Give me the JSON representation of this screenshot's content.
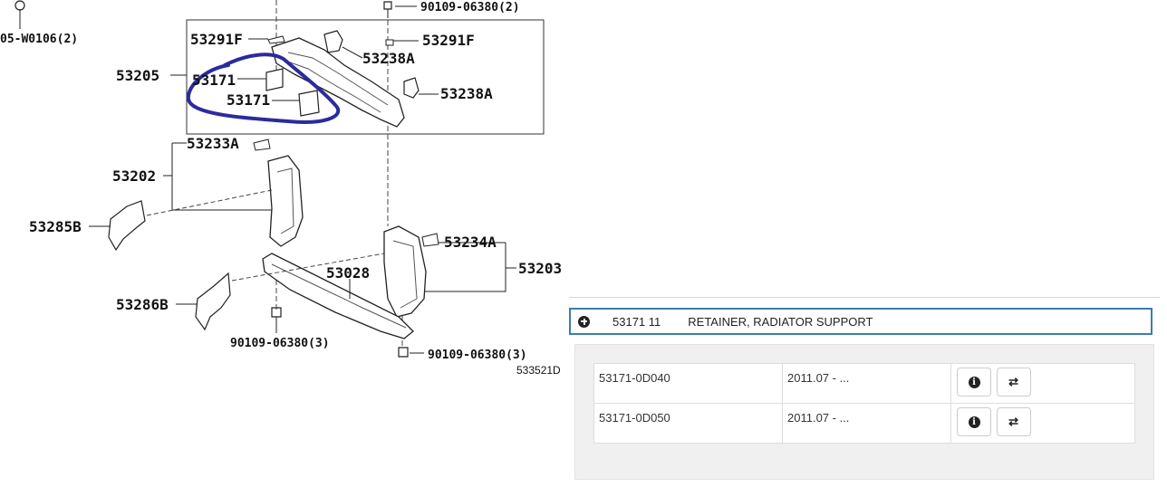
{
  "diagram": {
    "labels": {
      "top_bolt_left": "05-W0106(2)",
      "top_bolt_right": "90109-06380(2)",
      "p53291f_left": "53291F",
      "p53291f_right": "53291F",
      "p53238a_top": "53238A",
      "p53238a_right": "53238A",
      "p53205": "53205",
      "p53171_a": "53171",
      "p53171_b": "53171",
      "p53233a": "53233A",
      "p53202": "53202",
      "p53285b": "53285B",
      "p53234a": "53234A",
      "p53203": "53203",
      "p53028": "53028",
      "p53286b": "53286B",
      "bottom_bolt_left": "90109-06380(3)",
      "bottom_bolt_right": "90109-06380(3)",
      "diagram_id": "533521D"
    },
    "highlight_color": "#2b2b9e"
  },
  "part_header": {
    "code": "53171 11",
    "name": "RETAINER, RADIATOR SUPPORT",
    "icon": "plus-circle-icon",
    "border_color": "#3c7ea8"
  },
  "part_rows": [
    {
      "number": "53171-0D040",
      "dates": "2011.07 - ...",
      "info_icon": "info-icon",
      "swap_icon": "swap-icon"
    },
    {
      "number": "53171-0D050",
      "dates": "2011.07 - ...",
      "info_icon": "info-icon",
      "swap_icon": "swap-icon"
    }
  ]
}
